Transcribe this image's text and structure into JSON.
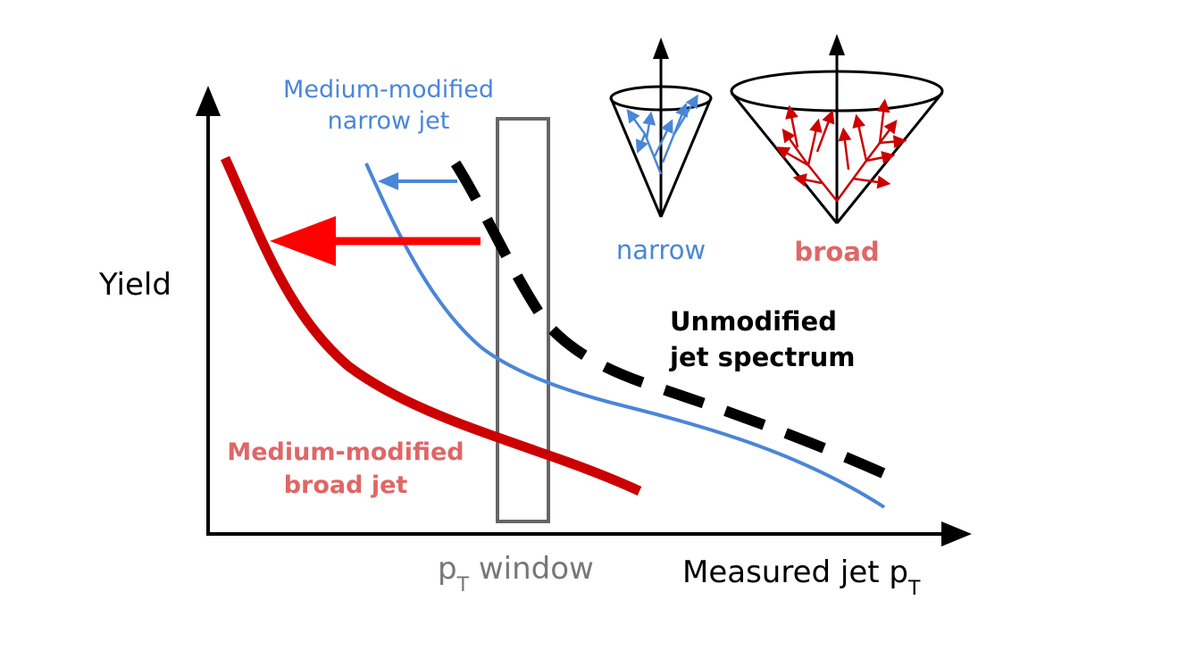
{
  "axes": {
    "y_label": "Yield",
    "x_label_main": "Measured jet p",
    "x_label_sub": "T"
  },
  "window": {
    "label_main": "p",
    "label_sub": "T",
    "label_rest": " window"
  },
  "curves": {
    "narrow_label_line1": "Medium-modified",
    "narrow_label_line2": "narrow jet",
    "broad_label_line1": "Medium-modified",
    "broad_label_line2": "broad jet",
    "unmodified_label_line1": "Unmodified",
    "unmodified_label_line2": "jet spectrum"
  },
  "cones": {
    "narrow_label": "narrow",
    "broad_label": "broad"
  },
  "colors": {
    "axis": "#000000",
    "narrow": "#4a86d8",
    "broad": "#cc0000",
    "broad_arrow": "#ff0000",
    "broad_label": "#e06666",
    "window": "#666666",
    "window_label": "#777777"
  }
}
